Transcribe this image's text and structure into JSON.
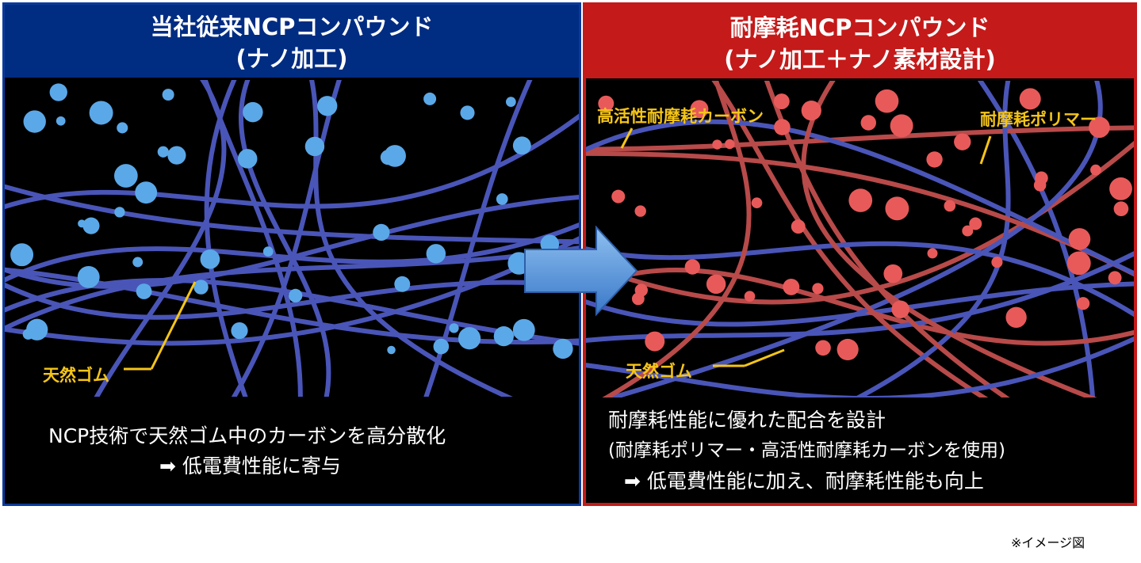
{
  "left_panel": {
    "title_line1": "当社従来NCPコンパウンド",
    "title_line2": "(ナノ加工)",
    "label_natural_rubber": "天然ゴム",
    "caption_line1": "NCP技術で天然ゴム中のカーボンを高分散化",
    "caption_line2": "➡ 低電費性能に寄与"
  },
  "right_panel": {
    "title_line1": "耐摩耗NCPコンパウンド",
    "title_line2": "(ナノ加工＋ナノ素材設計)",
    "label_carbon": "高活性耐摩耗カーボン",
    "label_polymer": "耐摩耗ポリマー",
    "label_natural_rubber": "天然ゴム",
    "caption_line1": "耐摩耗性能に優れた配合を設計",
    "caption_line2": "(耐摩耗ポリマー・高活性耐摩耗カーボンを使用)",
    "caption_line3": "➡ 低電費性能に加え、耐摩耗性能も向上"
  },
  "footnote": "※イメージ図",
  "colors": {
    "blue": "#002C82",
    "red": "#C41A1A",
    "label": "#F5C518",
    "chain_blue": "#4A55B8",
    "chain_red": "#B84A4A",
    "sphere_blue": "#5BA8E8",
    "sphere_red": "#E85A5A"
  }
}
